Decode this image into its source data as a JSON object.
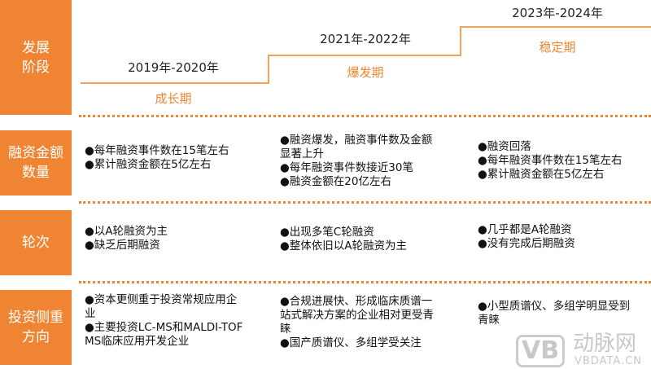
{
  "row_labels": [
    "发展\n阶段",
    "融资金额\n数量",
    "轮次",
    "投资侧重\n方向"
  ],
  "stages": [
    {
      "years": "2019年-2020年",
      "name": "成长期"
    },
    {
      "years": "2021年-2022年",
      "name": "爆发期"
    },
    {
      "years": "2023年-2024年",
      "name": "稳定期"
    }
  ],
  "funding": [
    [
      "●每年融资事件数在15笔左右",
      "●累计融资金额在5亿左右"
    ],
    [
      "●融资爆发，融资事件数及金额显著上升",
      "●每年融资事件数接近30笔",
      "●融资金额在20亿左右"
    ],
    [
      "●融资回落",
      "●每年融资事件数在15笔左右",
      "●累计融资金额在5亿左右"
    ]
  ],
  "rounds": [
    [
      "●以A轮融资为主",
      "●缺乏后期融资"
    ],
    [
      "●出现多笔C轮融资",
      "●整体依旧以A轮融资为主"
    ],
    [
      "●几乎都是A轮融资",
      "●没有完成后期融资"
    ]
  ],
  "focus": [
    [
      "●资本更侧重于投资常规应用企业",
      "●主要投资LC-MS和MALDI-TOF MS临床应用开发企业"
    ],
    [
      "●合规进展快、形成临床质谱一站式解决方案的企业相对更受青睐",
      "●国产质谱仪、多组学受关注"
    ],
    [
      "●小型质谱仪、多组学明显受到青睐"
    ]
  ],
  "watermark": {
    "logo": "VB",
    "name": "动脉网",
    "url": "VBDATA.CN"
  },
  "accent": "#ef8533"
}
